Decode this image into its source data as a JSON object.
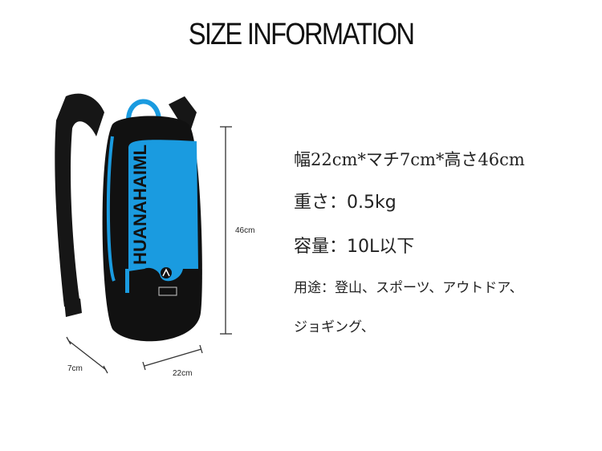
{
  "title": "SIZE INFORMATION",
  "product": {
    "brand_print": "HUANAHAIML",
    "colors": {
      "body": "#111111",
      "accent": "#1a9be0"
    }
  },
  "dimensions": {
    "height_label": "46cm",
    "depth_label": "7cm",
    "width_label": "22cm"
  },
  "specs": {
    "size": "幅22cm*マチ7cm*高さ46cm",
    "weight": "重さ：0.5kg",
    "capacity": "容量：10L以下",
    "usage_line1": "用途：登山、スポーツ、アウトドア、",
    "usage_line2": "ジョギング、"
  }
}
